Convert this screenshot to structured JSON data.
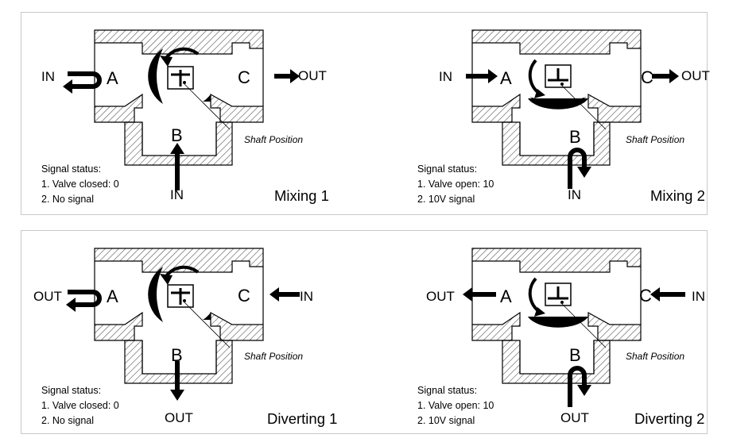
{
  "panels": [
    {
      "modes": [
        {
          "port_a": "A",
          "port_b": "B",
          "port_c": "C",
          "label_a": "IN",
          "label_b": "IN",
          "label_c": "OUT",
          "shaft": "Shaft Position",
          "status_title": "Signal status:",
          "status_1": "1. Valve closed: 0",
          "status_2": "2. No signal",
          "mode": "Mixing 1"
        },
        {
          "port_a": "A",
          "port_b": "B",
          "port_c": "C",
          "label_a": "IN",
          "label_b": "IN",
          "label_c": "OUT",
          "shaft": "Shaft Position",
          "status_title": "Signal status:",
          "status_1": "1. Valve open: 10",
          "status_2": "2. 10V signal",
          "mode": "Mixing 2"
        }
      ]
    },
    {
      "modes": [
        {
          "port_a": "A",
          "port_b": "B",
          "port_c": "C",
          "label_a": "OUT",
          "label_b": "OUT",
          "label_c": "IN",
          "shaft": "Shaft Position",
          "status_title": "Signal status:",
          "status_1": "1. Valve closed: 0",
          "status_2": "2. No signal",
          "mode": "Diverting 1"
        },
        {
          "port_a": "A",
          "port_b": "B",
          "port_c": "C",
          "label_a": "OUT",
          "label_b": "OUT",
          "label_c": "IN",
          "shaft": "Shaft Position",
          "status_title": "Signal status:",
          "status_1": "1. Valve open: 10",
          "status_2": "2. 10V signal",
          "mode": "Diverting 2"
        }
      ]
    }
  ]
}
